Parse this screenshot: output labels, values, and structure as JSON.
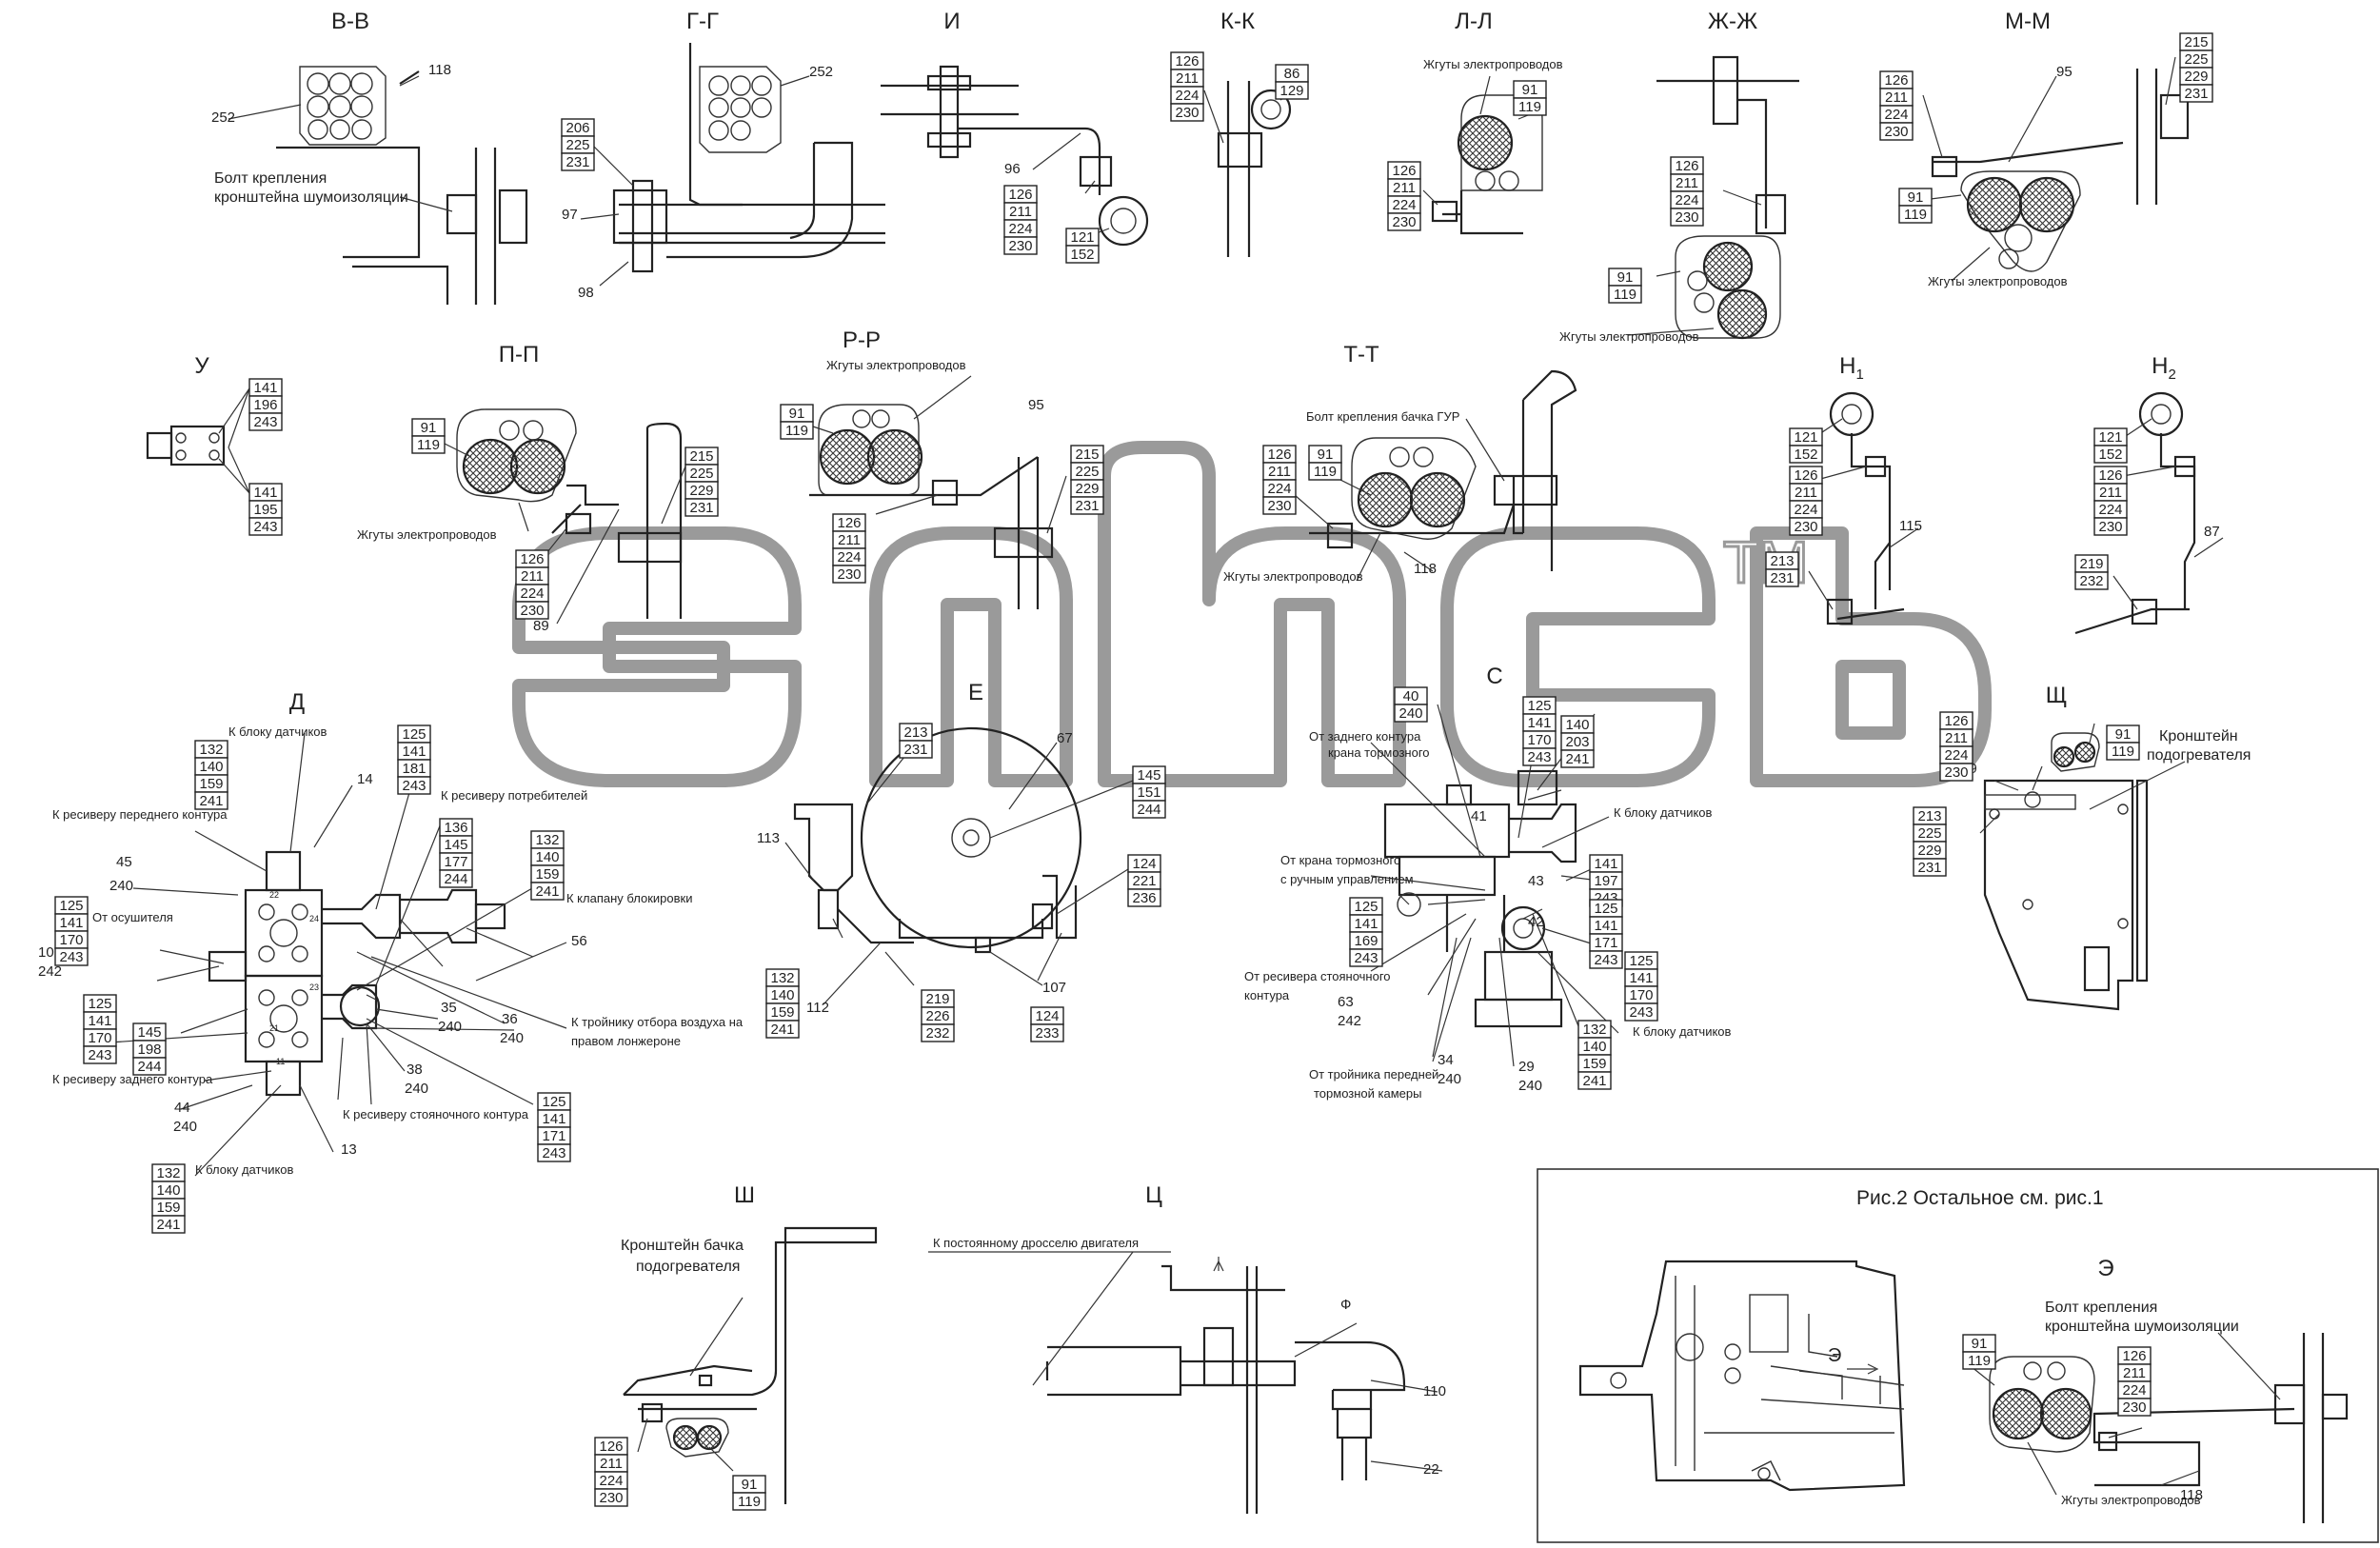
{
  "watermark": {
    "brand": "элсб",
    "tm": "TM"
  },
  "views": [
    {
      "id": "v-bb",
      "title": "В-В",
      "labels": [
        "118",
        "252"
      ],
      "notes": [
        "Болт крепления",
        "кронштейна шумоизоляции"
      ]
    },
    {
      "id": "v-gg",
      "title": "Г-Г",
      "labels": [
        "252",
        "97",
        "98"
      ],
      "stacks": [
        [
          "206",
          "225",
          "231"
        ]
      ]
    },
    {
      "id": "v-i",
      "title": "И",
      "labels": [
        "96"
      ],
      "stacks": [
        [
          "126",
          "211",
          "224",
          "230"
        ],
        [
          "121",
          "152"
        ]
      ]
    },
    {
      "id": "v-kk",
      "title": "К-К",
      "stacks": [
        [
          "126",
          "211",
          "224",
          "230"
        ],
        [
          "86",
          "129"
        ]
      ]
    },
    {
      "id": "v-ll",
      "title": "Л-Л",
      "notes": [
        "Жгуты электропроводов"
      ],
      "stacks": [
        [
          "91",
          "119"
        ],
        [
          "126",
          "211",
          "224",
          "230"
        ]
      ]
    },
    {
      "id": "v-zhzh",
      "title": "Ж-Ж",
      "notes": [
        "Жгуты электропроводов"
      ],
      "stacks": [
        [
          "126",
          "211",
          "224",
          "230"
        ],
        [
          "91",
          "119"
        ]
      ]
    },
    {
      "id": "v-mm",
      "title": "М-М",
      "labels": [
        "95"
      ],
      "notes": [
        "Жгуты электропроводов"
      ],
      "stacks": [
        [
          "215",
          "225",
          "229",
          "231"
        ],
        [
          "126",
          "211",
          "224",
          "230"
        ],
        [
          "91",
          "119"
        ]
      ]
    },
    {
      "id": "v-u",
      "title": "У",
      "stacks": [
        [
          "141",
          "196",
          "243"
        ],
        [
          "141",
          "195",
          "243"
        ]
      ]
    },
    {
      "id": "v-pp",
      "title": "П-П",
      "labels": [
        "89"
      ],
      "notes": [
        "Жгуты электропроводов"
      ],
      "stacks": [
        [
          "91",
          "119"
        ],
        [
          "215",
          "225",
          "229",
          "231"
        ],
        [
          "126",
          "211",
          "224",
          "230"
        ]
      ]
    },
    {
      "id": "v-rr",
      "title": "Р-Р",
      "labels": [
        "95"
      ],
      "notes": [
        "Жгуты электропроводов"
      ],
      "stacks": [
        [
          "91",
          "119"
        ],
        [
          "215",
          "225",
          "229",
          "231"
        ],
        [
          "126",
          "211",
          "224",
          "230"
        ]
      ]
    },
    {
      "id": "v-tt",
      "title": "Т-Т",
      "labels": [
        "118"
      ],
      "notes": [
        "Болт крепления бачка ГУР",
        "Жгуты электропроводов"
      ],
      "stacks": [
        [
          "126",
          "211",
          "224",
          "230"
        ],
        [
          "91",
          "119"
        ]
      ]
    },
    {
      "id": "v-h1",
      "title": "Н",
      "sub": "1",
      "labels": [
        "115"
      ],
      "stacks": [
        [
          "121",
          "152"
        ],
        [
          "126",
          "211",
          "224",
          "230"
        ],
        [
          "213",
          "231"
        ]
      ]
    },
    {
      "id": "v-h2",
      "title": "Н",
      "sub": "2",
      "labels": [
        "87"
      ],
      "stacks": [
        [
          "121",
          "152"
        ],
        [
          "126",
          "211",
          "224",
          "230"
        ],
        [
          "219",
          "232"
        ]
      ]
    },
    {
      "id": "v-d",
      "title": "Д",
      "labels": [
        "14",
        "45",
        "240",
        "10",
        "242",
        "56",
        "35",
        "240",
        "36",
        "240",
        "38",
        "240",
        "44",
        "240",
        "13"
      ],
      "ports": [
        "22",
        "24",
        "21",
        "23",
        "11"
      ],
      "notes": [
        "К блоку датчиков",
        "К ресиверу переднего контура",
        "От осушителя",
        "К ресиверу потребителей",
        "К клапану блокировки",
        "К тройнику отбора воздуха на",
        "правом лонжероне",
        "К ресиверу заднего контура",
        "К ресиверу стояночного контура",
        "К блоку датчиков"
      ],
      "stacks": [
        [
          "132",
          "140",
          "159",
          "241"
        ],
        [
          "125",
          "141",
          "181",
          "243"
        ],
        [
          "125",
          "141",
          "170",
          "243"
        ],
        [
          "145",
          "198",
          "244"
        ],
        [
          "125",
          "141",
          "170",
          "243"
        ],
        [
          "136",
          "145",
          "177",
          "244"
        ],
        [
          "132",
          "140",
          "159",
          "241"
        ],
        [
          "125",
          "141",
          "171",
          "243"
        ],
        [
          "132",
          "140",
          "159",
          "241"
        ]
      ]
    },
    {
      "id": "v-e",
      "title": "Е",
      "labels": [
        "67",
        "113",
        "112",
        "107"
      ],
      "stacks": [
        [
          "213",
          "231"
        ],
        [
          "145",
          "151",
          "244"
        ],
        [
          "124",
          "221",
          "236"
        ],
        [
          "132",
          "140",
          "159",
          "241"
        ],
        [
          "219",
          "226",
          "232"
        ],
        [
          "124",
          "233"
        ]
      ]
    },
    {
      "id": "v-c",
      "title": "С",
      "labels": [
        "41",
        "43",
        "42",
        "63",
        "242",
        "34",
        "240",
        "29",
        "240"
      ],
      "notes": [
        "От заднего контура",
        "крана тормозного",
        "К блоку датчиков",
        "От крана тормозного",
        "с ручным управлением",
        "От ресивера стояночного",
        "контура",
        "От тройника передней",
        "тормозной камеры",
        "К блоку датчиков"
      ],
      "stacks": [
        [
          "40",
          "240"
        ],
        [
          "125",
          "141",
          "170",
          "243"
        ],
        [
          "140",
          "203",
          "241"
        ],
        [
          "141",
          "197",
          "243"
        ],
        [
          "125",
          "141",
          "169",
          "243"
        ],
        [
          "125",
          "141",
          "171",
          "243"
        ],
        [
          "125",
          "141",
          "170",
          "243"
        ],
        [
          "132",
          "140",
          "159",
          "241"
        ]
      ]
    },
    {
      "id": "v-shch",
      "title": "Щ",
      "labels": [
        "89"
      ],
      "notes": [
        "Кронштейн",
        "подогревателя"
      ],
      "stacks": [
        [
          "126",
          "211",
          "224",
          "230"
        ],
        [
          "91",
          "119"
        ],
        [
          "213",
          "225",
          "229",
          "231"
        ]
      ]
    },
    {
      "id": "v-sh",
      "title": "Ш",
      "notes": [
        "Кронштейн бачка",
        "подогревателя"
      ],
      "stacks": [
        [
          "126",
          "211",
          "224",
          "230"
        ],
        [
          "91",
          "119"
        ]
      ]
    },
    {
      "id": "v-ts",
      "title": "Ц",
      "labels": [
        "Ф",
        "110",
        "22"
      ],
      "notes": [
        "К постоянному дросселю двигателя"
      ]
    },
    {
      "id": "v-e2",
      "title": "Э",
      "labels": [
        "118"
      ],
      "notes": [
        "Болт крепления",
        "кронштейна шумоизоляции",
        "Жгуты электропроводов"
      ],
      "stacks": [
        [
          "126",
          "211",
          "224",
          "230"
        ],
        [
          "91",
          "119"
        ]
      ]
    }
  ],
  "fig2": {
    "caption": "Рис.2 Остальное см. рис.1",
    "arrow_label": "Э"
  }
}
